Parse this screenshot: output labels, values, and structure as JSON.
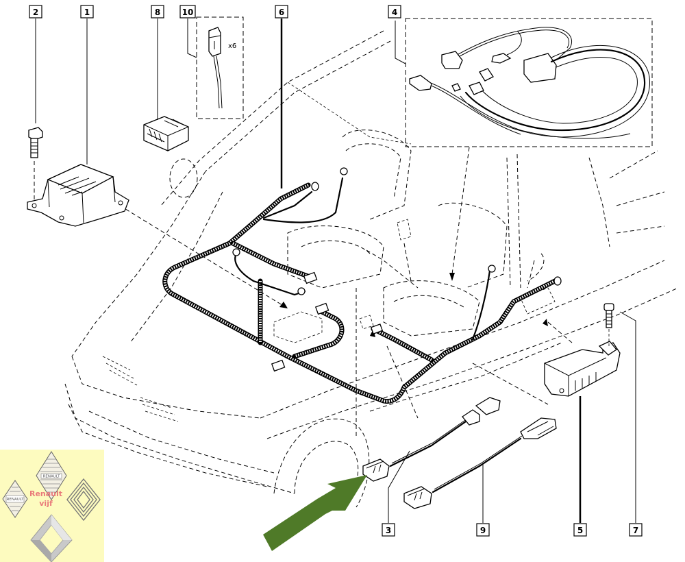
{
  "diagram": {
    "title": "Airbag / pretensioner wiring harness exploded view",
    "callouts": [
      {
        "id": "c2",
        "label": "2",
        "part": "ecu-mounting-bolt"
      },
      {
        "id": "c1",
        "label": "1",
        "part": "airbag-control-unit"
      },
      {
        "id": "c8",
        "label": "8",
        "part": "harness-connector"
      },
      {
        "id": "c10",
        "label": "10",
        "part": "pretensioner-connector-plug"
      },
      {
        "id": "c6",
        "label": "6",
        "part": "main-airbag-wiring-harness"
      },
      {
        "id": "c4",
        "label": "4",
        "part": "seat-wiring-harness"
      },
      {
        "id": "c3",
        "label": "3",
        "part": "side-sensor-adapter-lead"
      },
      {
        "id": "c9",
        "label": "9",
        "part": "side-sensor-extension-lead"
      },
      {
        "id": "c5",
        "label": "5",
        "part": "side-impact-sensor"
      },
      {
        "id": "c7",
        "label": "7",
        "part": "sensor-mounting-bolt"
      }
    ],
    "quantity_note": "x6",
    "highlight_arrow_color": "#4f7a28"
  },
  "logo_panel": {
    "background": "#fdfbbf",
    "caption_line1": "Renault",
    "caption_line2": "vijf",
    "caption_color": "#e9797a",
    "badges": [
      {
        "name": "renault-diamond-badge-top",
        "text": "RENAULT"
      },
      {
        "name": "renault-diamond-badge-left",
        "text": "RENAULT"
      },
      {
        "name": "renault-striped-diamond-logo",
        "text": ""
      },
      {
        "name": "renault-modern-diamond-logo",
        "text": ""
      }
    ]
  }
}
